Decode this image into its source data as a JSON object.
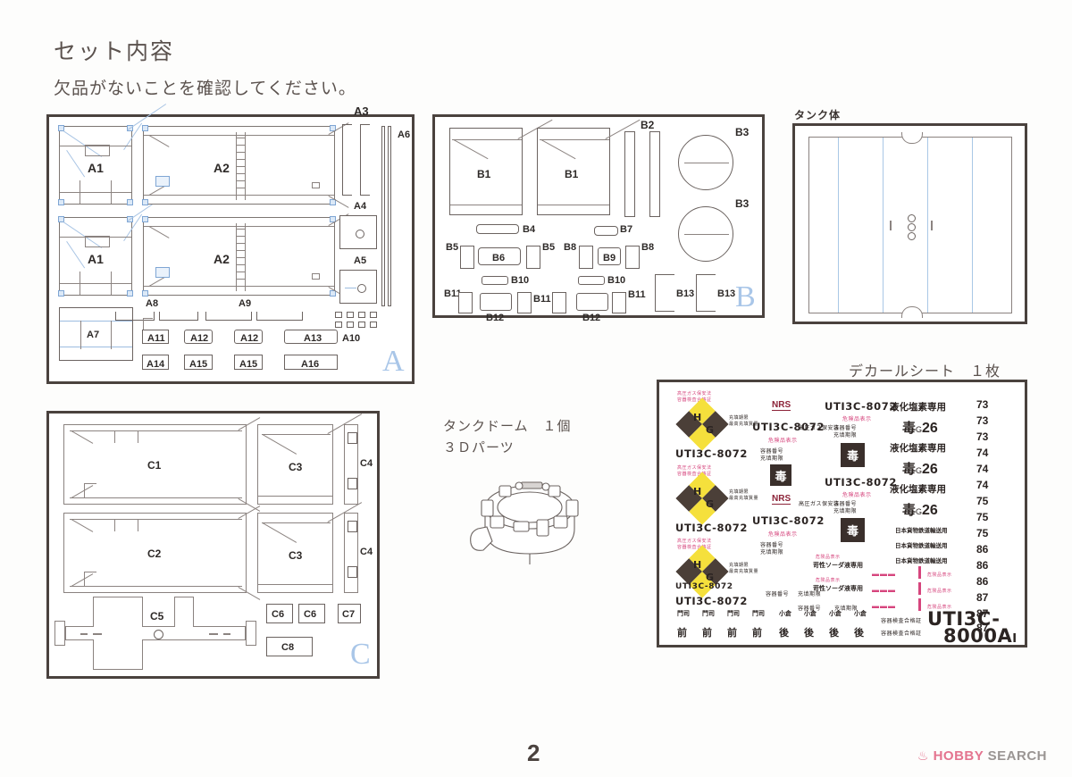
{
  "header": {
    "title": "セット内容",
    "subtitle": "欠品がないことを確認してください。"
  },
  "footer": {
    "page_number": "2",
    "watermark_primary": "HOBBY",
    "watermark_secondary": "SEARCH"
  },
  "panels": {
    "sprue_a": {
      "letter": "A",
      "parts": [
        {
          "id": "A1"
        },
        {
          "id": "A1"
        },
        {
          "id": "A2"
        },
        {
          "id": "A2"
        },
        {
          "id": "A3"
        },
        {
          "id": "A4"
        },
        {
          "id": "A5"
        },
        {
          "id": "A6"
        },
        {
          "id": "A7"
        },
        {
          "id": "A8"
        },
        {
          "id": "A9"
        },
        {
          "id": "A10"
        },
        {
          "id": "A11"
        },
        {
          "id": "A12"
        },
        {
          "id": "A12"
        },
        {
          "id": "A13"
        },
        {
          "id": "A14"
        },
        {
          "id": "A15"
        },
        {
          "id": "A15"
        },
        {
          "id": "A16"
        }
      ]
    },
    "sprue_b": {
      "letter": "B",
      "parts": [
        {
          "id": "B1"
        },
        {
          "id": "B1"
        },
        {
          "id": "B2"
        },
        {
          "id": "B3"
        },
        {
          "id": "B3"
        },
        {
          "id": "B4"
        },
        {
          "id": "B5"
        },
        {
          "id": "B5"
        },
        {
          "id": "B6"
        },
        {
          "id": "B7"
        },
        {
          "id": "B8"
        },
        {
          "id": "B8"
        },
        {
          "id": "B9"
        },
        {
          "id": "B10"
        },
        {
          "id": "B10"
        },
        {
          "id": "B11"
        },
        {
          "id": "B11"
        },
        {
          "id": "B11"
        },
        {
          "id": "B12"
        },
        {
          "id": "B12"
        },
        {
          "id": "B13"
        },
        {
          "id": "B13"
        }
      ]
    },
    "sprue_c": {
      "letter": "C",
      "parts": [
        {
          "id": "C1"
        },
        {
          "id": "C2"
        },
        {
          "id": "C3"
        },
        {
          "id": "C3"
        },
        {
          "id": "C4"
        },
        {
          "id": "C4"
        },
        {
          "id": "C5"
        },
        {
          "id": "C6"
        },
        {
          "id": "C6"
        },
        {
          "id": "C7"
        },
        {
          "id": "C8"
        }
      ]
    },
    "tank_body": {
      "label": "タンク体"
    },
    "tank_dome": {
      "label_line1": "タンクドーム　１個",
      "label_line2": "３Ｄパーツ"
    },
    "decal": {
      "label": "デカールシート　１枚"
    }
  },
  "decal_sheet": {
    "company_code": "UTI3C-8072",
    "operator_mark": "NRS",
    "logo_letters": {
      "top": "H",
      "bottom": "G"
    },
    "service_text": "液化塩素専用",
    "hazard_code": "毒G26",
    "hazard_kanji": "毒",
    "hazard_sub": "G",
    "hazard_num": "26",
    "rail_text": "日本貨物鉄道輸送用",
    "soda_text": "苛性ソーダ液専用",
    "big_id_line1": "UTI3C-",
    "big_id_line2": "8000A",
    "big_id_suffix": "I",
    "number_column": [
      "73",
      "73",
      "73",
      "74",
      "74",
      "74",
      "75",
      "75",
      "75",
      "86",
      "86",
      "86",
      "87",
      "87",
      "87"
    ],
    "station_pairs": [
      {
        "top": "門司",
        "bottom": "前"
      },
      {
        "top": "門司",
        "bottom": "前"
      },
      {
        "top": "門司",
        "bottom": "前"
      },
      {
        "top": "門司",
        "bottom": "前"
      },
      {
        "top": "小倉",
        "bottom": "後"
      },
      {
        "top": "小倉",
        "bottom": "後"
      },
      {
        "top": "小倉",
        "bottom": "後"
      },
      {
        "top": "小倉",
        "bottom": "後"
      }
    ],
    "micro_text_samples": [
      "高圧ガス保安法",
      "容器検査合格証",
      "充填期限",
      "最高充填質量",
      "危険品表示",
      "容器番号"
    ]
  }
}
